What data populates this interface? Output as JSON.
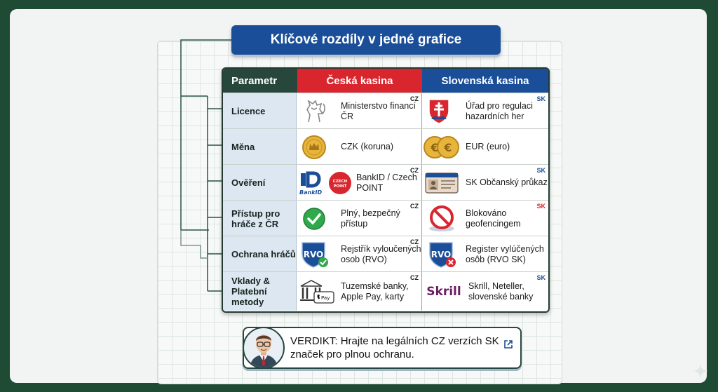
{
  "title": "Klíčové rozdíly v jedné grafice",
  "columns": {
    "param": "Parametr",
    "cz": "Česká kasina",
    "sk": "Slovenská kasina"
  },
  "rows": [
    {
      "param": "Licence",
      "cz_text": "Ministerstvo financí ČR",
      "cz_tag": "CZ",
      "cz_icon": "czech-lion-icon",
      "sk_text": "Úřad pro regulaci hazardních her",
      "sk_tag": "SK",
      "sk_icon": "slovak-coat-of-arms-icon"
    },
    {
      "param": "Měna",
      "cz_text": "CZK (koruna)",
      "cz_tag": "",
      "cz_icon": "crown-coin-icon",
      "sk_text": "EUR (euro)",
      "sk_tag": "",
      "sk_icon": "euro-coins-icon"
    },
    {
      "param": "Ověření",
      "cz_text": "BankID / Czech POINT",
      "cz_tag": "CZ",
      "cz_icon": "bankid-czechpoint-icon",
      "sk_text": "SK Občanský průkaz",
      "sk_tag": "SK",
      "sk_icon": "id-card-icon"
    },
    {
      "param": "Přístup pro hráče z ČR",
      "cz_text": "Plný, bezpečný přístup",
      "cz_tag": "CZ",
      "cz_icon": "check-circle-icon",
      "sk_text": "Blokováno geofencingem",
      "sk_tag": "SK",
      "sk_icon": "blocked-icon"
    },
    {
      "param": "Ochrana hráčů",
      "cz_text": "Rejstřík vyloučených osob (RVO)",
      "cz_tag": "CZ",
      "cz_icon": "rvo-shield-check-icon",
      "sk_text": "Register vylúčených osôb (RVO SK)",
      "sk_tag": "",
      "sk_icon": "rvo-shield-x-icon"
    },
    {
      "param": "Vklady & Platební metody",
      "cz_text": "Tuzemské banky, Apple Pay, karty",
      "cz_tag": "CZ",
      "cz_icon": "bank-applepay-icon",
      "sk_text": "Skrill, Neteller, slovenské banky",
      "sk_tag": "SK",
      "sk_icon": "skrill-logo"
    }
  ],
  "icon_text": {
    "bankid": "BankID",
    "czechpoint": "CZECH POINT",
    "rvo": "RVO",
    "skrill": "Skrill",
    "pay": "Pay"
  },
  "verdict": {
    "label": "VERDIKT:",
    "text": "Hrajte na legálních CZ verzích SK značek pro plnou ochranu."
  },
  "colors": {
    "cz": "#d9262e",
    "sk": "#1b4e98",
    "param": "#27473c",
    "title": "#1b4e98",
    "bg": "#1f4a33"
  }
}
